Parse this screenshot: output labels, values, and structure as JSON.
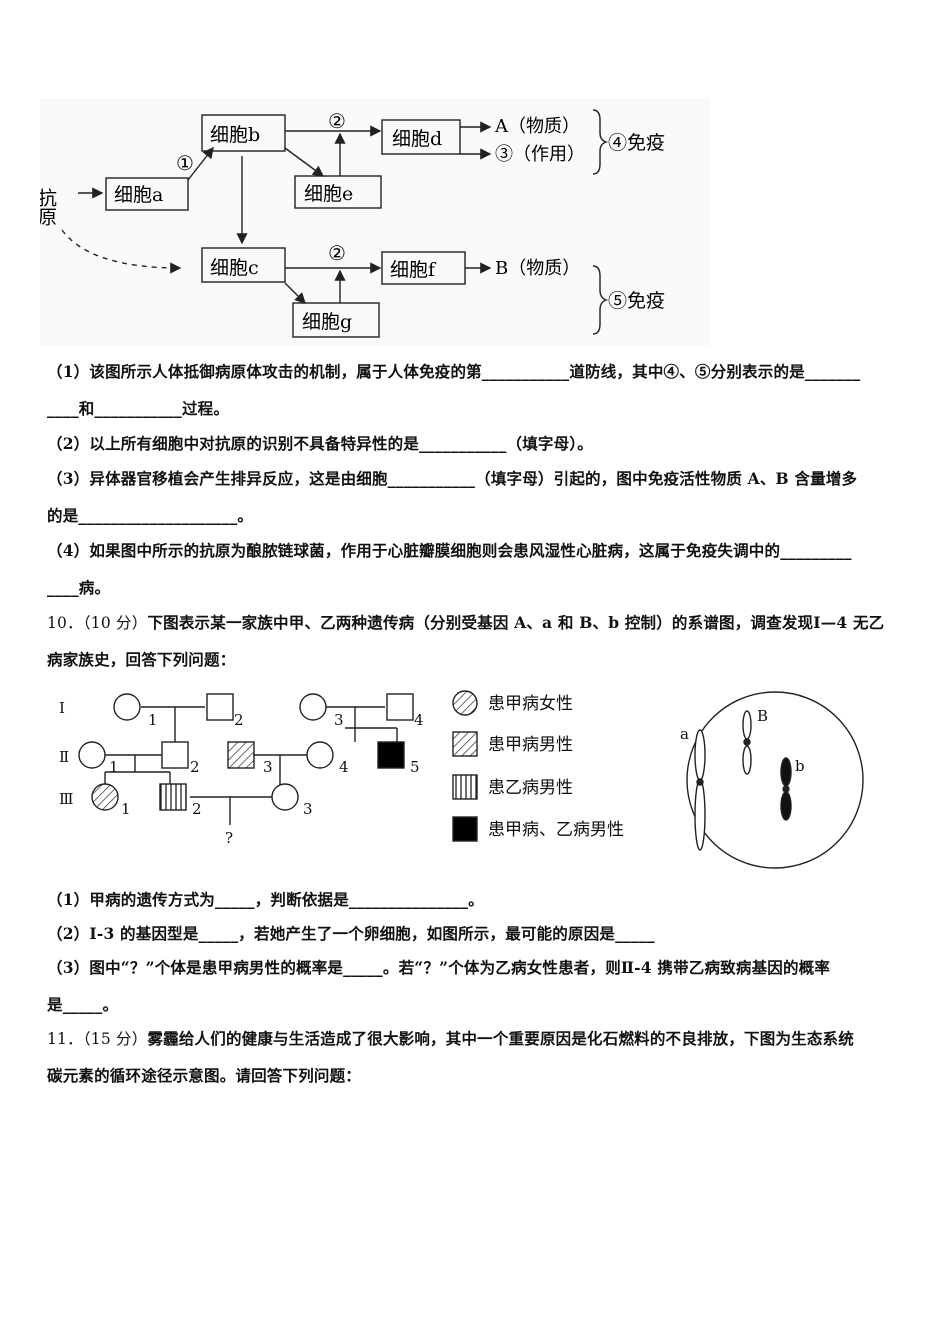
{
  "immune_diagram": {
    "antigen": "抗原",
    "cell_a": "细胞a",
    "cell_b": "细胞b",
    "cell_c": "细胞c",
    "cell_d": "细胞d",
    "cell_e": "细胞e",
    "cell_f": "细胞f",
    "cell_g": "细胞g",
    "step1": "①",
    "step2_top": "②",
    "step2_bottom": "②",
    "output_A": "A（物质）",
    "output_3": "③（作用）",
    "output_B": "B（物质）",
    "immunity_4": "④免疫",
    "immunity_5": "⑤免疫"
  },
  "q9": {
    "p1a": "（1）该图所示人体抵御病原体攻击的机制，属于人体免疫的第___________道防线，其中④、⑤分别表示的是_______",
    "p1b": "____和___________过程。",
    "p2": "（2）以上所有细胞中对抗原的识别不具备特异性的是___________（填字母）。",
    "p3a": "（3）异体器官移植会产生排异反应，这是由细胞___________（填字母）引起的，图中免疫活性物质 A、B 含量增多",
    "p3b": "的是____________________。",
    "p4a": "（4）如果图中所示的抗原为酿脓链球菌，作用于心脏瓣膜细胞则会患风湿性心脏病，这属于免疫失调中的_________",
    "p4b": "____病。"
  },
  "q10": {
    "number": "10．",
    "score": "（10 分）",
    "stem_a": "下图表示某一家族中甲、乙两种遗传病（分别受基因 A、a 和 B、b 控制）的系谱图，调查发现Ⅰ—4 无乙",
    "stem_b": "病家族史，回答下列问题：",
    "pedigree": {
      "gen1": "Ⅰ",
      "gen2": "Ⅱ",
      "gen3": "Ⅲ",
      "n1": "1",
      "n2": "2",
      "n3": "3",
      "n4": "4",
      "n5": "5",
      "unknown": "?"
    },
    "legend": [
      "患甲病女性",
      "患甲病男性",
      "患乙病男性",
      "患甲病、乙病男性"
    ],
    "chromosome_labels": [
      "a",
      "B",
      "b"
    ],
    "p1": "（1）甲病的遗传方式为_____，判断依据是_______________。",
    "p2": "（2）Ⅰ-3 的基因型是_____，若她产生了一个卵细胞，如图所示，最可能的原因是_____",
    "p3a": "（3）图中“？”个体是患甲病男性的概率是_____。若“？”个体为乙病女性患者，则Ⅱ-4 携带乙病致病基因的概率",
    "p3b": "是_____。"
  },
  "q11": {
    "number": "11．",
    "score": "（15 分）",
    "stem_a": "雾霾给人们的健康与生活造成了很大影响，其中一个重要原因是化石燃料的不良排放，下图为生态系统",
    "stem_b": "碳元素的循环途径示意图。请回答下列问题："
  }
}
